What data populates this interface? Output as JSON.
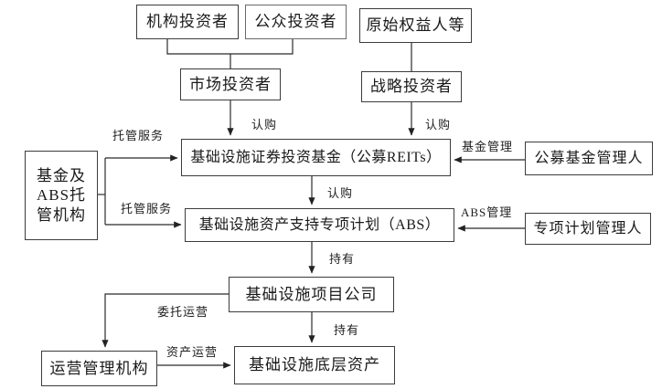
{
  "diagram": {
    "nodes": {
      "institutional_investor": {
        "label": "机构投资者"
      },
      "public_investor": {
        "label": "公众投资者"
      },
      "original_equity_holder": {
        "label": "原始权益人等"
      },
      "market_investor": {
        "label": "市场投资者"
      },
      "strategic_investor": {
        "label": "战略投资者"
      },
      "reits_fund": {
        "label": "基础设施证券投资基金（公募REITs）"
      },
      "custodian": {
        "lines": [
          "基金及",
          "ABS托",
          "管机构"
        ],
        "label": "基金及ABS托管机构"
      },
      "abs_plan": {
        "label": "基础设施资产支持专项计划（ABS）"
      },
      "public_fund_manager": {
        "label": "公募基金管理人"
      },
      "special_plan_manager": {
        "label": "专项计划管理人"
      },
      "project_company": {
        "label": "基础设施项目公司"
      },
      "operation_manager": {
        "label": "运营管理机构"
      },
      "underlying_asset": {
        "label": "基础设施底层资产"
      }
    },
    "edge_labels": {
      "custody_service_top": "托管服务",
      "custody_service_bottom": "托管服务",
      "subscribe_market": "认购",
      "subscribe_strategic": "认购",
      "subscribe_reits_to_abs": "认购",
      "fund_management": "基金管理",
      "abs_management": "ABS管理",
      "hold_abs_to_project": "持有",
      "hold_project_to_asset": "持有",
      "entrusted_operation": "委托运营",
      "asset_operation": "资产运营"
    },
    "colors": {
      "line": "#2b2b2b",
      "border": "#3c3c3c",
      "background": "#ffffff"
    }
  }
}
